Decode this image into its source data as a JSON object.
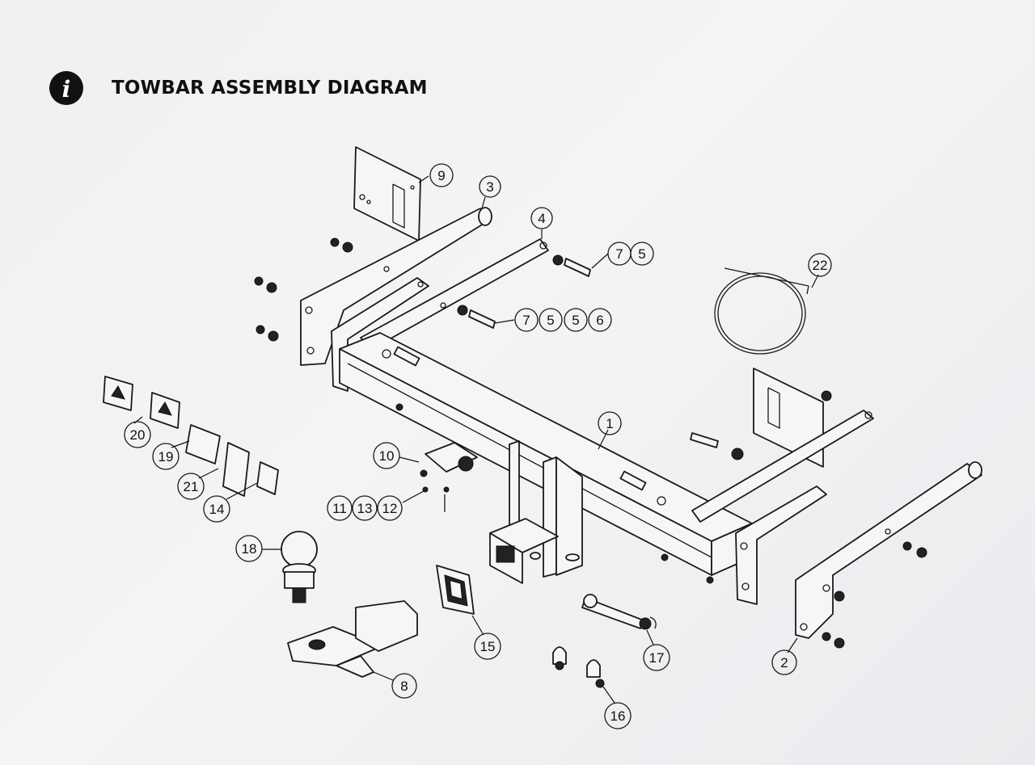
{
  "header": {
    "title": "TOWBAR ASSEMBLY DIAGRAM",
    "info_icon": "info-icon"
  },
  "callouts": [
    {
      "id": "callout-9",
      "label": "9"
    },
    {
      "id": "callout-3",
      "label": "3"
    },
    {
      "id": "callout-4",
      "label": "4"
    },
    {
      "id": "callout-7-a",
      "label": "7"
    },
    {
      "id": "callout-5-a",
      "label": "5"
    },
    {
      "id": "callout-22",
      "label": "22"
    },
    {
      "id": "callout-7-b",
      "label": "7"
    },
    {
      "id": "callout-5-b",
      "label": "5"
    },
    {
      "id": "callout-5-c",
      "label": "5"
    },
    {
      "id": "callout-6",
      "label": "6"
    },
    {
      "id": "callout-1",
      "label": "1"
    },
    {
      "id": "callout-20",
      "label": "20"
    },
    {
      "id": "callout-19",
      "label": "19"
    },
    {
      "id": "callout-21",
      "label": "21"
    },
    {
      "id": "callout-14",
      "label": "14"
    },
    {
      "id": "callout-10",
      "label": "10"
    },
    {
      "id": "callout-11",
      "label": "11"
    },
    {
      "id": "callout-13",
      "label": "13"
    },
    {
      "id": "callout-12",
      "label": "12"
    },
    {
      "id": "callout-18",
      "label": "18"
    },
    {
      "id": "callout-15",
      "label": "15"
    },
    {
      "id": "callout-17",
      "label": "17"
    },
    {
      "id": "callout-2",
      "label": "2"
    },
    {
      "id": "callout-8",
      "label": "8"
    },
    {
      "id": "callout-16",
      "label": "16"
    }
  ]
}
